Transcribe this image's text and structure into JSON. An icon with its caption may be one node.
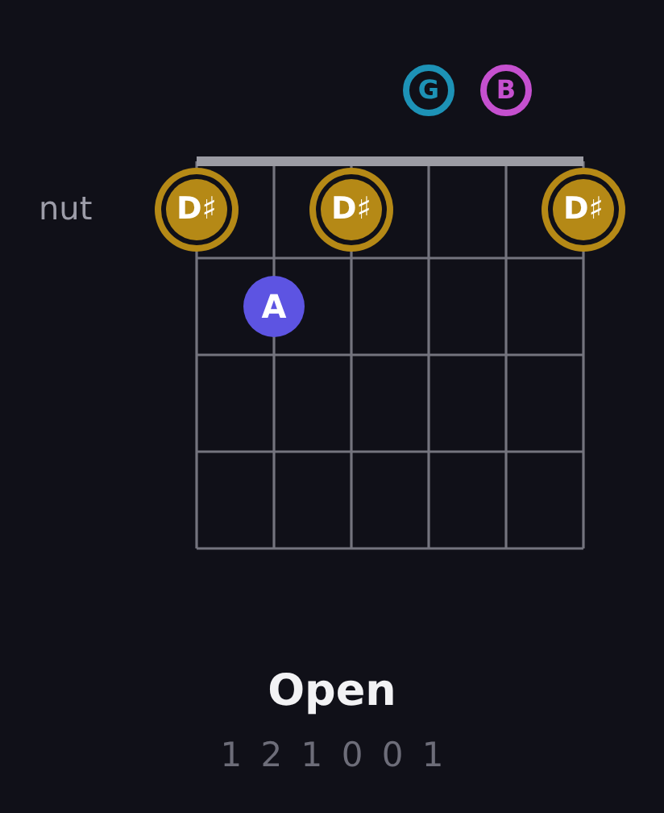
{
  "diagram": {
    "title": "Open",
    "nodes": [
      {
        "text": [
          "G"
        ]
      },
      {
        "text": [
          "B"
        ]
      },
      {
        "text": [
          "D♯"
        ]
      },
      {
        "text": [
          "D♯"
        ]
      },
      {
        "text": [
          "D♯"
        ]
      },
      {
        "text": [
          "A"
        ]
      }
    ],
    "labels": [
      "nut",
      "1 2 1 0 0 1"
    ]
  }
}
